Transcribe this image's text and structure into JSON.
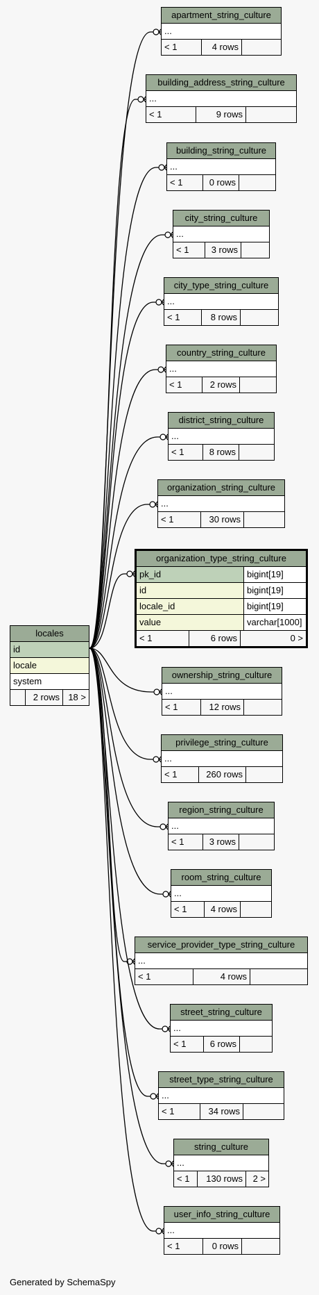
{
  "diagram": {
    "footer": "Generated by SchemaSpy",
    "colors": {
      "header": "#9bab96",
      "primary_key": "#bed1b8",
      "foreign_key": "#f4f7da",
      "background": "#f7f7f7"
    },
    "source": {
      "name": "locales",
      "rows": [
        {
          "text": "id",
          "kind": "pk"
        },
        {
          "text": "locale",
          "kind": "fk"
        },
        {
          "text": "system",
          "kind": "plain"
        }
      ],
      "footer": {
        "parents": "",
        "rows": "2 rows",
        "children": "18 >"
      }
    },
    "focus": {
      "name": "organization_type_string_culture",
      "columns": [
        {
          "name": "pk_id",
          "type": "bigint[19]",
          "kind": "pk"
        },
        {
          "name": "id",
          "type": "bigint[19]",
          "kind": "fk"
        },
        {
          "name": "locale_id",
          "type": "bigint[19]",
          "kind": "fk"
        },
        {
          "name": "value",
          "type": "varchar[1000]",
          "kind": "fk"
        }
      ],
      "footer": {
        "parents": "< 1",
        "rows": "6 rows",
        "children": "0 >"
      }
    },
    "tables": [
      {
        "name": "apartment_string_culture",
        "body": "...",
        "parents": "< 1",
        "rows": "4 rows",
        "children": ""
      },
      {
        "name": "building_address_string_culture",
        "body": "...",
        "parents": "< 1",
        "rows": "9 rows",
        "children": ""
      },
      {
        "name": "building_string_culture",
        "body": "...",
        "parents": "< 1",
        "rows": "0 rows",
        "children": ""
      },
      {
        "name": "city_string_culture",
        "body": "...",
        "parents": "< 1",
        "rows": "3 rows",
        "children": ""
      },
      {
        "name": "city_type_string_culture",
        "body": "...",
        "parents": "< 1",
        "rows": "8 rows",
        "children": ""
      },
      {
        "name": "country_string_culture",
        "body": "...",
        "parents": "< 1",
        "rows": "2 rows",
        "children": ""
      },
      {
        "name": "district_string_culture",
        "body": "...",
        "parents": "< 1",
        "rows": "8 rows",
        "children": ""
      },
      {
        "name": "organization_string_culture",
        "body": "...",
        "parents": "< 1",
        "rows": "30 rows",
        "children": ""
      },
      {
        "name": "ownership_string_culture",
        "body": "...",
        "parents": "< 1",
        "rows": "12 rows",
        "children": ""
      },
      {
        "name": "privilege_string_culture",
        "body": "...",
        "parents": "< 1",
        "rows": "260 rows",
        "children": ""
      },
      {
        "name": "region_string_culture",
        "body": "...",
        "parents": "< 1",
        "rows": "3 rows",
        "children": ""
      },
      {
        "name": "room_string_culture",
        "body": "...",
        "parents": "< 1",
        "rows": "4 rows",
        "children": ""
      },
      {
        "name": "service_provider_type_string_culture",
        "body": "...",
        "parents": "< 1",
        "rows": "4 rows",
        "children": ""
      },
      {
        "name": "street_string_culture",
        "body": "...",
        "parents": "< 1",
        "rows": "6 rows",
        "children": ""
      },
      {
        "name": "street_type_string_culture",
        "body": "...",
        "parents": "< 1",
        "rows": "34 rows",
        "children": ""
      },
      {
        "name": "string_culture",
        "body": "...",
        "parents": "< 1",
        "rows": "130 rows",
        "children": "2 >"
      },
      {
        "name": "user_info_string_culture",
        "body": "...",
        "parents": "< 1",
        "rows": "0 rows",
        "children": ""
      }
    ]
  }
}
